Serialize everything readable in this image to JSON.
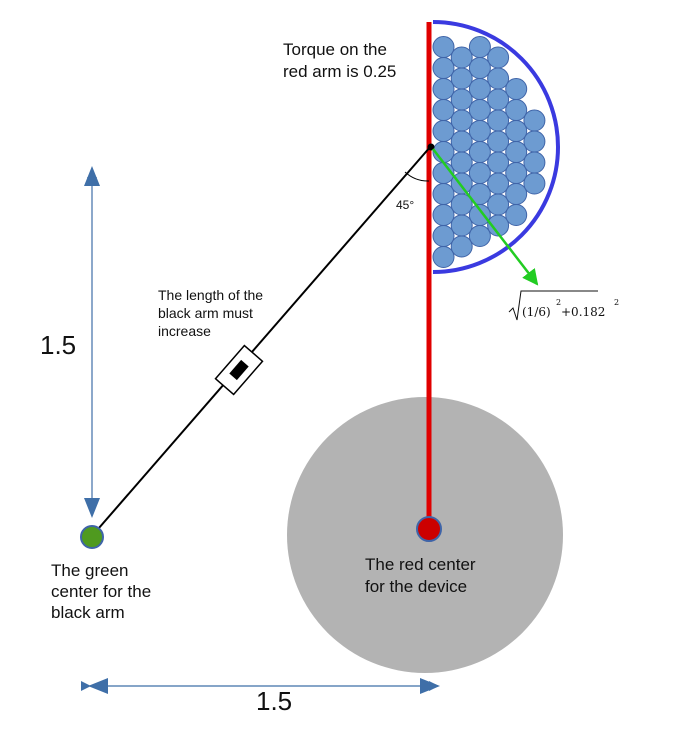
{
  "labels": {
    "torque_line1": "Torque on the",
    "torque_line2": "red arm is 0.25",
    "angle": "45°",
    "arm_note_line1": "The length of the",
    "arm_note_line2": "black arm must",
    "arm_note_line3": "increase",
    "vertical_dim": "1.5",
    "horizontal_dim": "1.5",
    "green_line1": "The green",
    "green_line2": "center for the",
    "green_line3": "black arm",
    "red_line1": "The red center",
    "red_line2": "for the device",
    "formula_inner": "(1/6)",
    "formula_exp1": "2",
    "formula_plus": "+0.182",
    "formula_exp2": "2"
  },
  "colors": {
    "red_arm": "#e00000",
    "black_arm": "#000000",
    "green_center": "#4f9a1f",
    "red_center": "#cc0000",
    "ring": "#3f64a8",
    "device_disc": "#b3b3b3",
    "balls_fill": "#6d9bd1",
    "balls_stroke": "#3f64a8",
    "container": "#3a3ae0",
    "vector": "#22cc22",
    "dimension": "#3f6fa8"
  }
}
